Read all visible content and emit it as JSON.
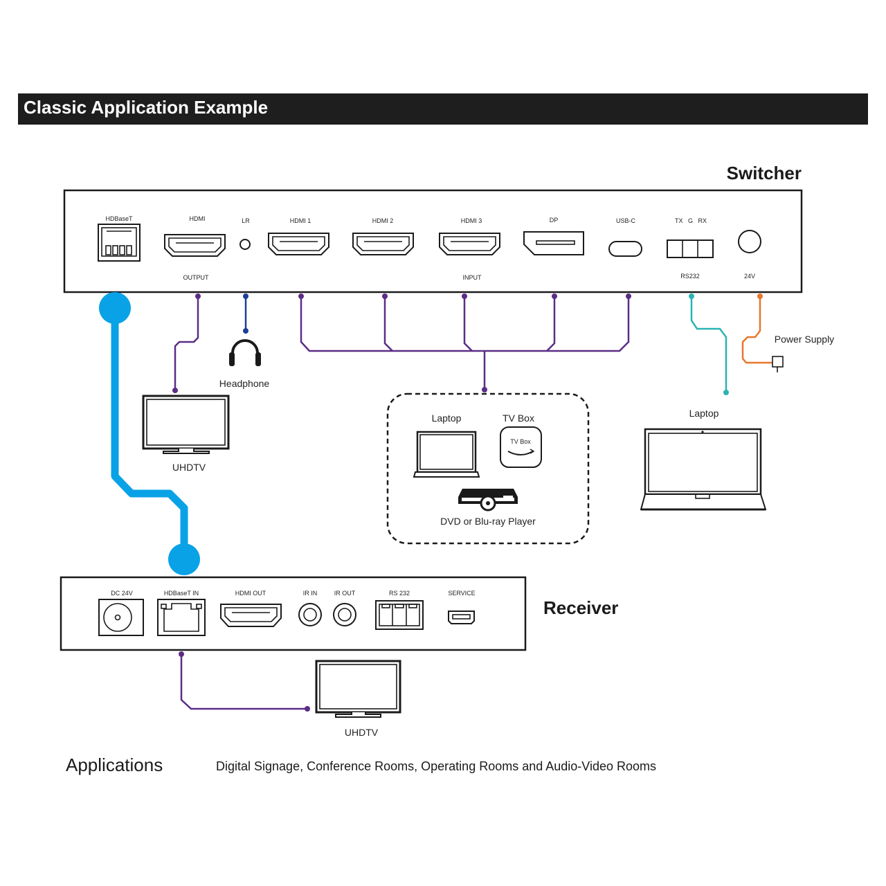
{
  "header": {
    "title": "Classic Application Example"
  },
  "switcher": {
    "title": "Switcher",
    "ports": {
      "hdbaset": "HDBaseT",
      "hdmi_out": "HDMI",
      "lr": "LR",
      "hdmi1": "HDMI 1",
      "hdmi2": "HDMI 2",
      "hdmi3": "HDMI 3",
      "dp": "DP",
      "usbc": "USB-C",
      "rs232_pins": "TX   G   RX",
      "power_jack": "24V"
    },
    "groups": {
      "output": "OUTPUT",
      "input": "INPUT",
      "rs232": "RS232"
    }
  },
  "receiver": {
    "title": "Receiver",
    "ports": {
      "dc": "DC 24V",
      "hdbaset_in": "HDBaseT IN",
      "hdmi_out": "HDMI OUT",
      "ir_in": "IR IN",
      "ir_out": "IR OUT",
      "rs232": "RS 232",
      "service": "SERVICE"
    }
  },
  "devices": {
    "headphone": "Headphone",
    "uhdtv_top": "UHDTV",
    "uhdtv_bottom": "UHDTV",
    "source_laptop": "Laptop",
    "tv_box": "TV Box",
    "tv_box_inner": "TV Box",
    "dvd": "DVD or Blu-ray Player",
    "control_laptop": "Laptop",
    "power_supply": "Power Supply"
  },
  "applications": {
    "heading": "Applications",
    "text": "Digital Signage, Conference Rooms, Operating Rooms and Audio-Video Rooms"
  },
  "colors": {
    "banner": "#1e1e1e",
    "hdbaset_cable": "#0aa2e6",
    "hdmi_cable": "#5b2d86",
    "audio_cable": "#1c3f94",
    "rs232_cable": "#2ab3b3",
    "power_cable": "#e8762c"
  }
}
